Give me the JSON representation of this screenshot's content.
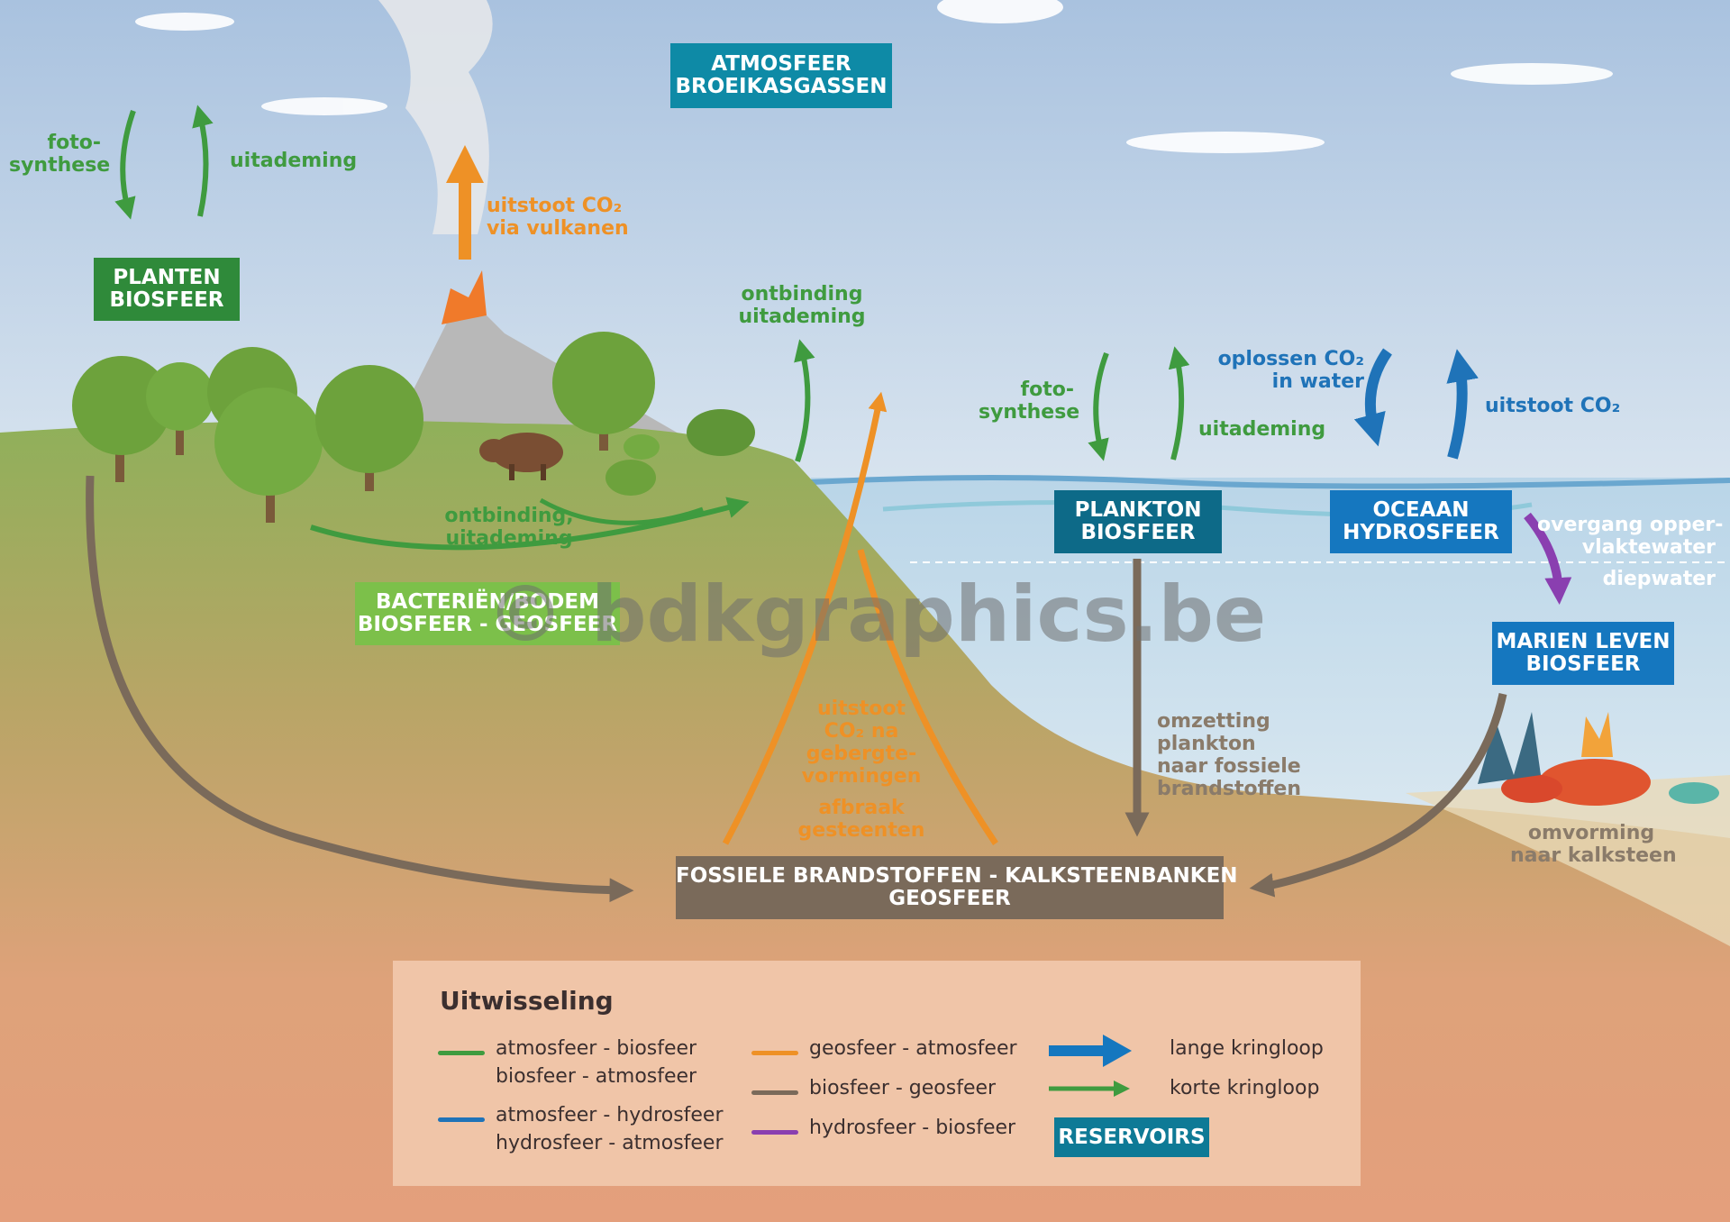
{
  "boxes": {
    "atmosfeer": "ATMOSFEER\nBROEIKASGASSEN",
    "planten": "PLANTEN\nBIOSFEER",
    "bacterien": "BACTERIËN/BODEM\nBIOSFEER - GEOSFEER",
    "plankton": "PLANKTON\nBIOSFEER",
    "oceaan": "OCEAAN\nHYDROSFEER",
    "marien": "MARIEN LEVEN\nBIOSFEER",
    "fossiel": "FOSSIELE BRANDSTOFFEN - KALKSTEENBANKEN\nGEOSFEER"
  },
  "labels": {
    "fotosynthese_land": "foto-\nsynthese",
    "uitademing_land": "uitademing",
    "uitstoot_vulkanen": "uitstoot CO₂\nvia vulkanen",
    "ontbinding_uitademing": "ontbinding\nuitademing",
    "ontbinding_bodem": "ontbinding,\nuitademing",
    "fotosynthese_zee": "foto-\nsynthese",
    "uitademing_zee": "uitademing",
    "oplossen": "oplossen CO₂\nin water",
    "uitstoot_oceaan": "uitstoot CO₂",
    "overgang": "overgang opper-\nvlaktewater",
    "diepwater": "diepwater",
    "gebergte": "uitstoot\nCO₂ na\ngebergte-\nvormingen",
    "afbraak": "afbraak\ngesteenten",
    "omzetting": "omzetting\nplankton\nnaar fossiele\nbrandstoffen",
    "omvorming": "omvorming\nnaar kalksteen"
  },
  "legend": {
    "title": "Uitwisseling",
    "green": "atmosfeer - biosfeer\nbiosfeer - atmosfeer",
    "blue": "atmosfeer - hydrosfeer\nhydrosfeer - atmosfeer",
    "orange": "geosfeer - atmosfeer",
    "brown": "biosfeer - geosfeer",
    "purple": "hydrosfeer - biosfeer",
    "long": "lange kringloop",
    "short": "korte kringloop",
    "reservoirs": "RESERVOIRS"
  },
  "watermark": "© bdkgraphics.be",
  "colors": {
    "green": "#3f9b3f",
    "blue": "#1f73b8",
    "orange": "#ee9126",
    "brown": "#7a6a5a",
    "purple": "#8a3fb0",
    "teal": "#0e7a96"
  }
}
